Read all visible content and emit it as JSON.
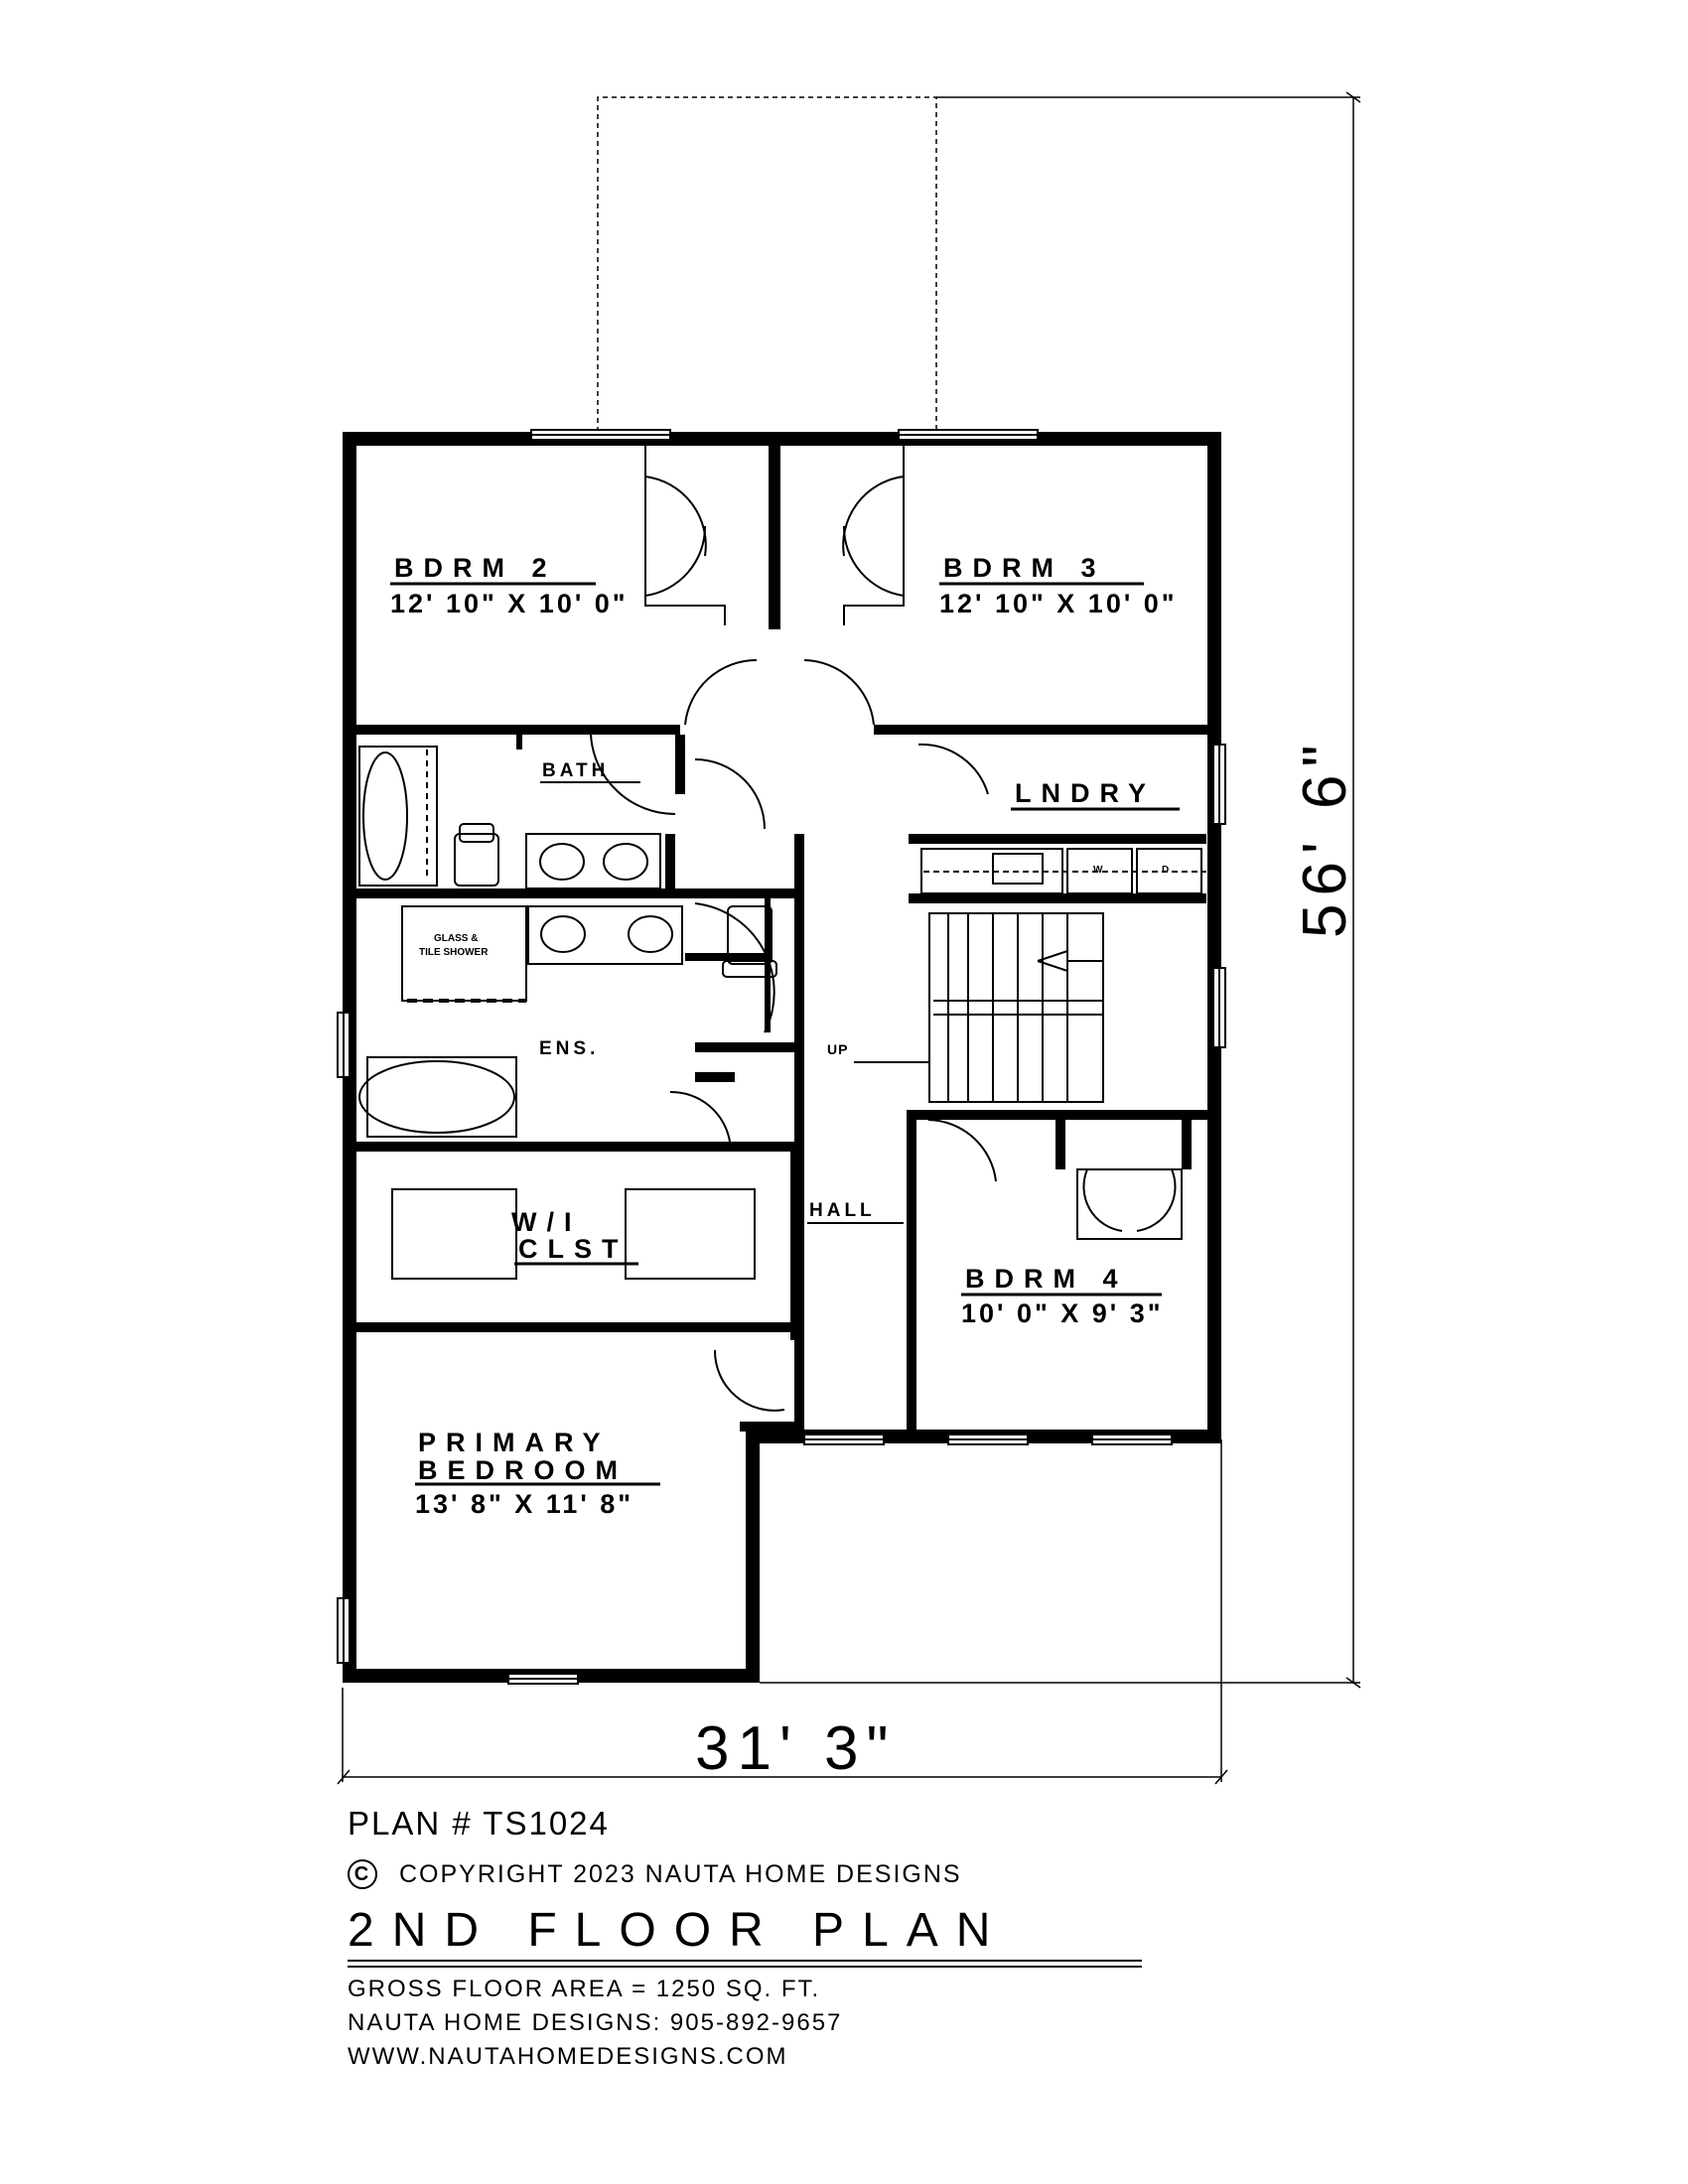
{
  "plan": {
    "rooms": {
      "bdrm2": {
        "name": "BDRM 2",
        "size": "12' 10\" X 10' 0\""
      },
      "bdrm3": {
        "name": "BDRM 3",
        "size": "12' 10\" X 10' 0\""
      },
      "bath": {
        "name": "BATH"
      },
      "laundry": {
        "name": "LNDRY"
      },
      "ensuite": {
        "name": "ENS."
      },
      "shower": {
        "line1": "GLASS &",
        "line2": "TILE SHOWER"
      },
      "closet": {
        "line1": "W/I",
        "line2": "CLST"
      },
      "hall": {
        "name": "HALL"
      },
      "bdrm4": {
        "name": "BDRM 4",
        "size": "10' 0\" X 9' 3\""
      },
      "primary": {
        "line1": "PRIMARY",
        "line2": "BEDROOM",
        "size": "13' 8\" X 11' 8\""
      }
    },
    "stairs_label": "UP",
    "appliances": {
      "washer": "W",
      "dryer": "D"
    },
    "dimensions": {
      "width": "31' 3\"",
      "depth": "56' 6\""
    }
  },
  "footer": {
    "plan_number": "PLAN # TS1024",
    "copyright_symbol": "C",
    "copyright": "COPYRIGHT 2023 NAUTA HOME DESIGNS",
    "title": "2ND FLOOR PLAN",
    "gross_area": "GROSS FLOOR AREA = 1250 SQ. FT.",
    "phone": "NAUTA HOME DESIGNS: 905-892-9657",
    "website": "WWW.NAUTAHOMEDESIGNS.COM"
  }
}
